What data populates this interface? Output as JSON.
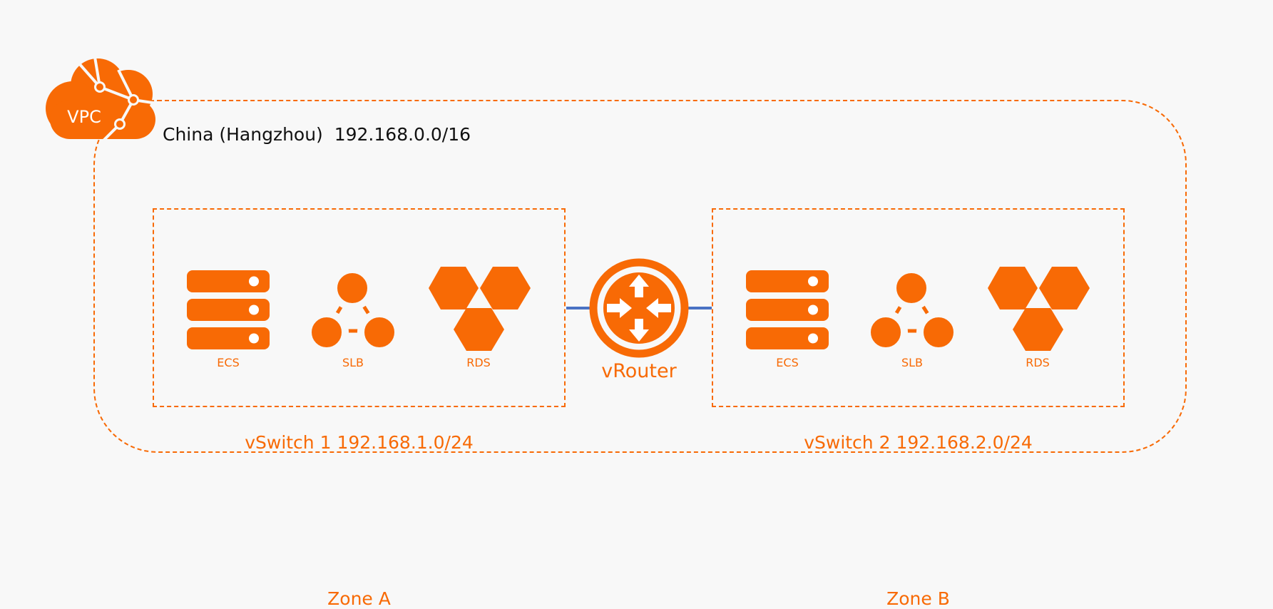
{
  "vpc": {
    "badge": "VPC",
    "region": "China (Hangzhou)",
    "cidr": "192.168.0.0/16"
  },
  "vswitches": [
    {
      "title": "vSwitch 1  192.168.1.0/24",
      "zone": "Zone A",
      "services": [
        "ECS",
        "SLB",
        "RDS"
      ]
    },
    {
      "title": "vSwitch 2  192.168.2.0/24",
      "zone": "Zone B",
      "services": [
        "ECS",
        "SLB",
        "RDS"
      ]
    }
  ],
  "router": {
    "label": "vRouter"
  },
  "colors": {
    "accent": "#f86a05",
    "link": "#4a72c4",
    "background": "#f8f8f8"
  }
}
